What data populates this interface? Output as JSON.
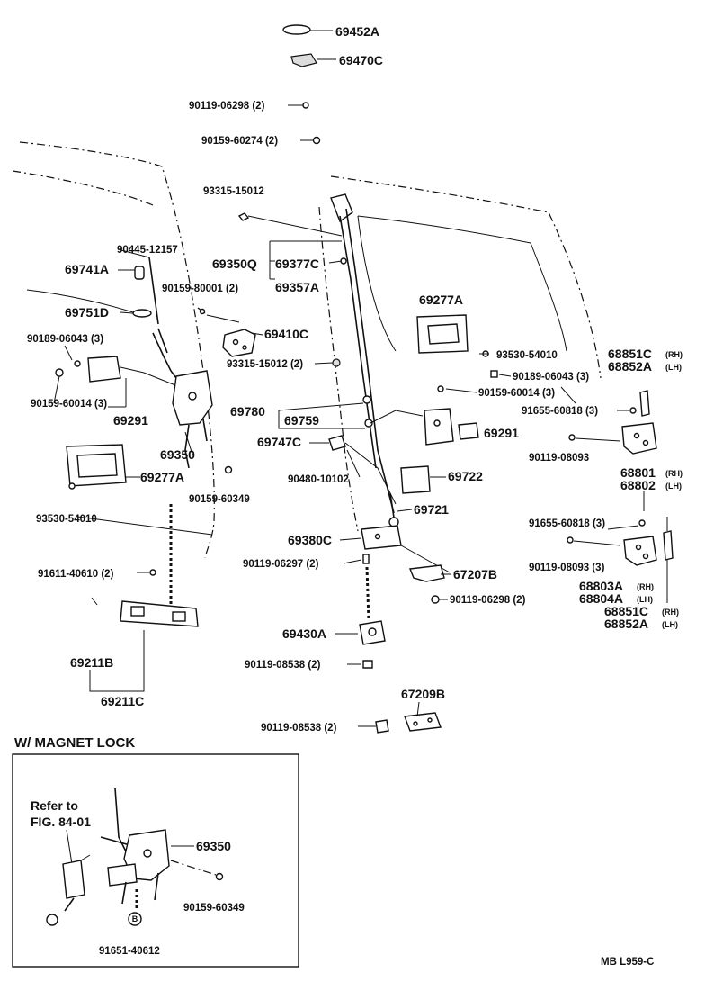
{
  "labels": {
    "p69452A": "69452A",
    "p69470C": "69470C",
    "p90119_06298_top": "90119-06298 (2)",
    "p90159_60274": "90159-60274 (2)",
    "p93315_15012_top": "93315-15012",
    "p90445_12157": "90445-12157",
    "p69741A": "69741A",
    "p69350Q": "69350Q",
    "p69377C": "69377C",
    "p90159_80001": "90159-80001 (2)",
    "p69357A": "69357A",
    "p69277A_right": "69277A",
    "p69751D": "69751D",
    "p69410C": "69410C",
    "p90189_06043_left": "90189-06043 (3)",
    "p93530_54010_right": "93530-54010",
    "p68851C_top": "68851C",
    "p68852A_top": "68852A",
    "p93315_15012_mid": "93315-15012 (2)",
    "p90189_06043_right": "90189-06043 (3)",
    "p90159_60014_left": "90159-60014 (3)",
    "p90159_60014_right": "90159-60014 (3)",
    "p91655_60818_top": "91655-60818 (3)",
    "p69291_left": "69291",
    "p69780": "69780",
    "p69759": "69759",
    "p69291_right": "69291",
    "p69747C": "69747C",
    "p69350_main": "69350",
    "p90119_08093_top": "90119-08093",
    "p69277A_left": "69277A",
    "p90480_10102": "90480-10102",
    "p69722": "69722",
    "p68801": "68801",
    "p68802": "68802",
    "p90159_60349_main": "90159-60349",
    "p69721": "69721",
    "p93530_54010_left": "93530-54010",
    "p69380C": "69380C",
    "p91655_60818_mid": "91655-60818 (3)",
    "p91611_40610": "91611-40610 (2)",
    "p90119_06297": "90119-06297 (2)",
    "p67207B": "67207B",
    "p90119_08093_mid": "90119-08093 (3)",
    "p90119_06298_mid": "90119-06298 (2)",
    "p68803A": "68803A",
    "p68804A": "68804A",
    "p68851C_bot": "68851C",
    "p68852A_bot": "68852A",
    "p69430A": "69430A",
    "p69211B": "69211B",
    "p90119_08538_a": "90119-08538 (2)",
    "p69211C": "69211C",
    "p67209B": "67209B",
    "p90119_08538_b": "90119-08538 (2)",
    "rh1": "(RH)",
    "lh1": "(LH)",
    "rh2": "(RH)",
    "lh2": "(LH)",
    "rh3": "(RH)",
    "lh3": "(LH)",
    "rh4": "(RH)",
    "lh4": "(LH)"
  },
  "inset": {
    "title": "W/ MAGNET  LOCK",
    "refer_line1": "Refer to",
    "refer_line2": "FIG. 84-01",
    "p69350": "69350",
    "p90159_60349": "90159-60349",
    "p91651_40612": "91651-40612",
    "badge": "B"
  },
  "figure_code": "MB  L959-C"
}
